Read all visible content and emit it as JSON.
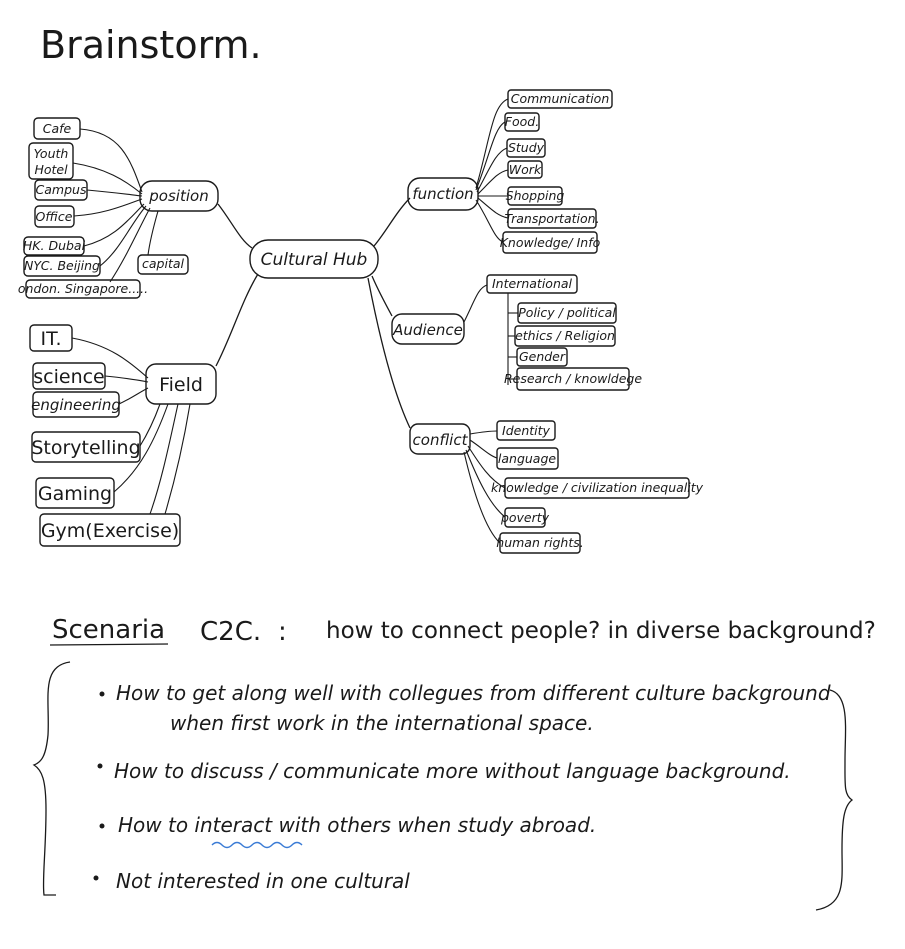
{
  "title": "Brainstorm.",
  "hub": "Cultural Hub",
  "position": {
    "label": "position",
    "items": [
      "Cafe",
      "Youth",
      "Hotel",
      "Campus",
      "Office",
      "HK. Dubai",
      "NYC. Beijing",
      "ondon. Singapore.....",
      "capital"
    ]
  },
  "field": {
    "label": "Field",
    "items": [
      "IT.",
      "science",
      "engineering",
      "Storytelling",
      "Gaming",
      "Gym(Exercise)"
    ]
  },
  "function": {
    "label": "function",
    "items": [
      "Communication",
      "Food.",
      "Study",
      "Work",
      "Shopping",
      "Transportation.",
      "Knowledge/ Info"
    ]
  },
  "audience": {
    "label": "Audience",
    "items": [
      "International",
      "Policy / political",
      "ethics / Religion",
      "Gender",
      "Research / knowldege"
    ]
  },
  "conflict": {
    "label": "conflict",
    "items": [
      "Identity",
      "language",
      "knowledge / civilization inequality",
      "poverty",
      "human rights."
    ]
  },
  "scenario": {
    "heading": "Scenaria",
    "c2c": "C2C.",
    "colon": ":",
    "question": "how to connect people? in diverse background?",
    "bullets": [
      "How to get along well with collegues from different culture background",
      "when first work in the international space.",
      "How to discuss / communicate more without language background.",
      "How to interact with others when study abroad.",
      "Not interested in one cultural"
    ]
  }
}
